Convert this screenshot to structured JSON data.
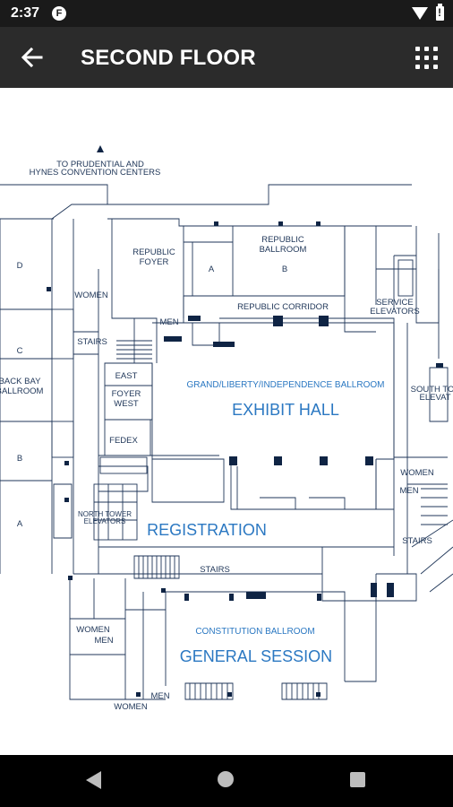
{
  "status_bar": {
    "time": "2:37",
    "app_badge": "F"
  },
  "app_bar": {
    "title": "SECOND FLOOR"
  },
  "colors": {
    "appbar": "#2b2b2b",
    "statusbar": "#1a1a1a",
    "map_line": "#1f3658",
    "map_label_blue": "#2b78c2",
    "pillar": "#0f2444"
  },
  "icons": {
    "back": "arrow-left-icon",
    "menu": "grid-menu-icon",
    "wifi": "wifi-icon",
    "battery": "battery-alert-icon"
  },
  "map": {
    "top_label_line1": "TO PRUDENTIAL AND",
    "top_label_line2": "HYNES CONVENTION CENTERS",
    "republic_foyer_line1": "REPUBLIC",
    "republic_foyer_line2": "FOYER",
    "republic_ballroom_line1": "REPUBLIC",
    "republic_ballroom_line2": "BALLROOM",
    "room_a_upper": "A",
    "room_b_upper": "B",
    "republic_corridor": "REPUBLIC CORRIDOR",
    "service_elevators_line1": "SERVICE",
    "service_elevators_line2": "ELEVATORS",
    "left_d": "D",
    "left_c": "C",
    "left_b": "B",
    "left_a": "A",
    "back_bay_line1": "BACK BAY",
    "back_bay_line2": "BALLROOM",
    "women_upper": "WOMEN",
    "men_upper": "MEN",
    "stairs_left": "STAIRS",
    "east": "EAST",
    "foyer": "FOYER",
    "west": "WEST",
    "fedex": "FEDEX",
    "north_tower_line1": "NORTH TOWER",
    "north_tower_line2": "ELEVATORS",
    "grand_ballroom": "GRAND/LIBERTY/INDEPENDENCE BALLROOM",
    "exhibit_hall": "EXHIBIT HALL",
    "registration": "REGISTRATION",
    "south_tower_line1": "SOUTH TO",
    "south_tower_line2": "ELEVAT",
    "women_right": "WOMEN",
    "men_right": "MEN",
    "stairs_right": "STAIRS",
    "stairs_center": "STAIRS",
    "constitution_ballroom": "CONSTITUTION BALLROOM",
    "general_session": "GENERAL SESSION",
    "women_lower_left": "WOMEN",
    "men_lower_left": "MEN",
    "men_lower": "MEN",
    "women_lower": "WOMEN"
  }
}
